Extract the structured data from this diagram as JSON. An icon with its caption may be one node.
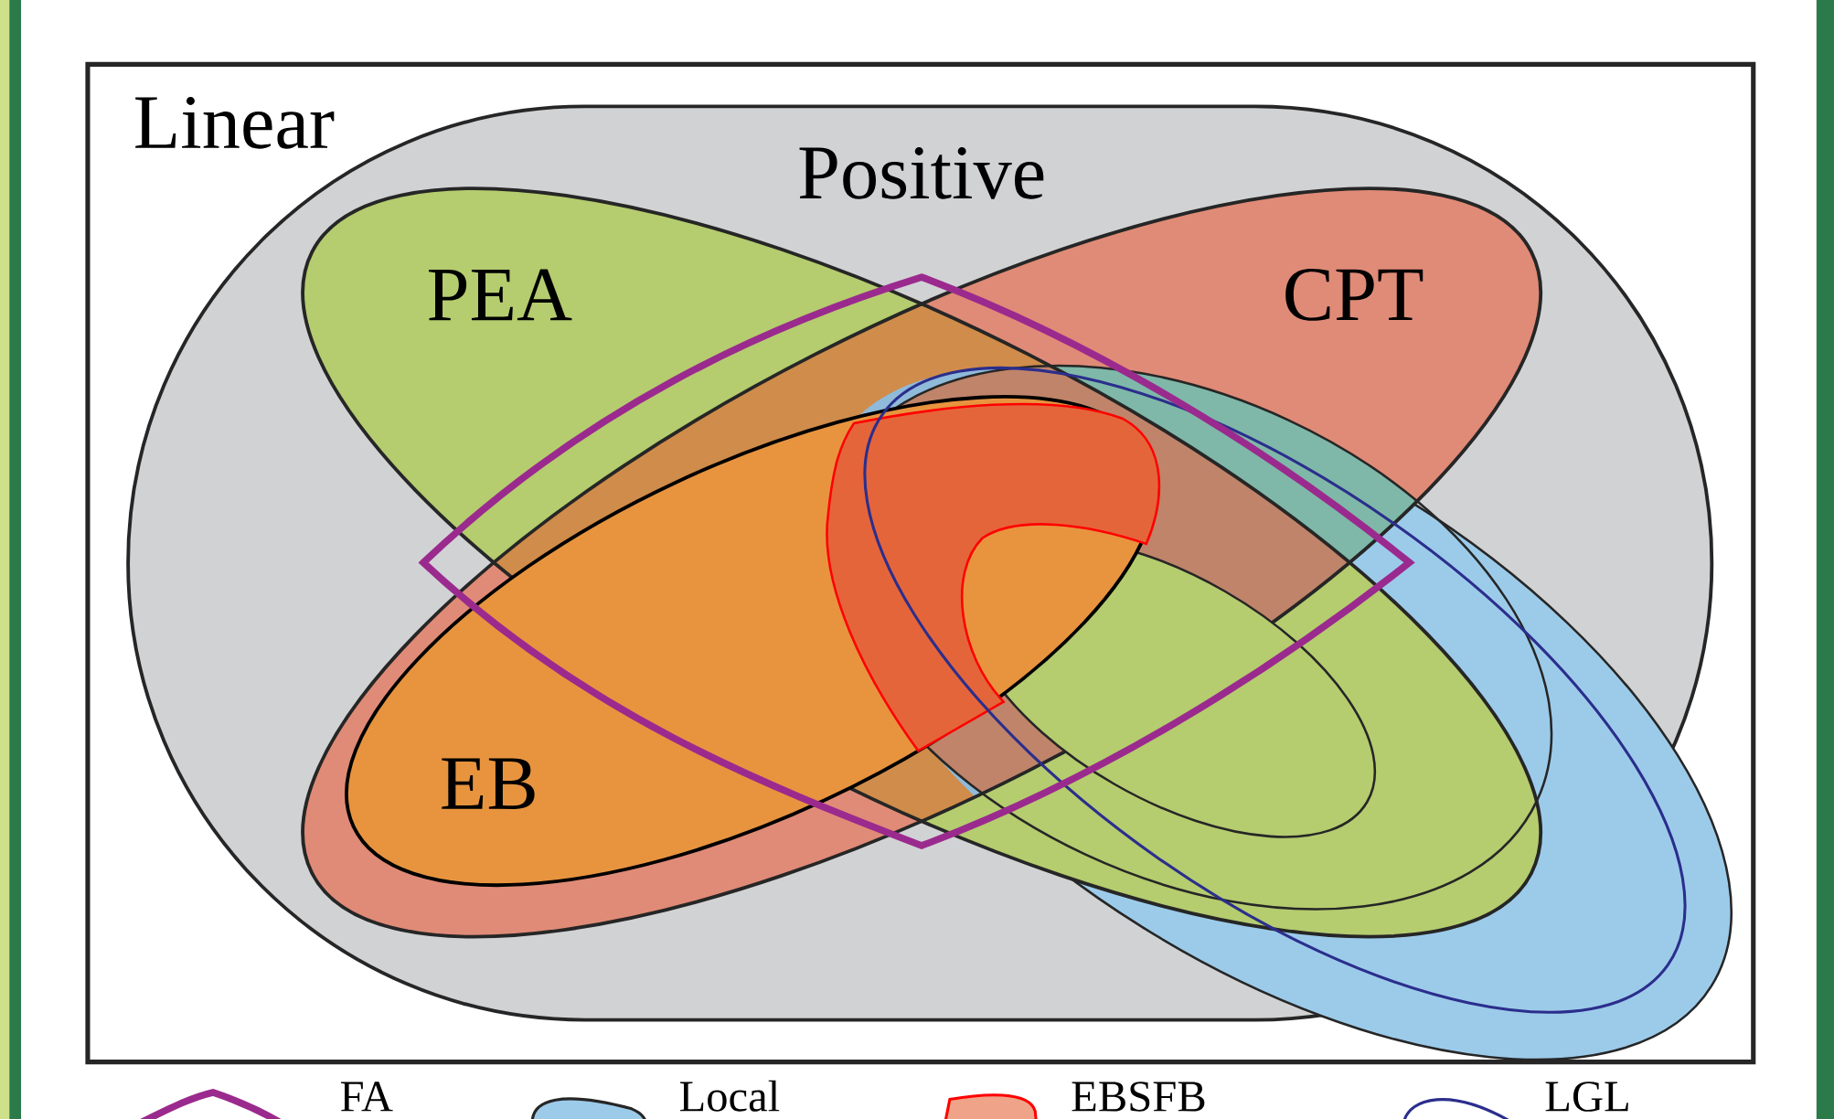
{
  "diagram": {
    "nodes": [
      {
        "text": [
          "Linear"
        ]
      },
      {
        "text": [
          "Positive"
        ],
        "in": 0
      },
      {
        "text": [
          "PEA"
        ],
        "in": 1
      },
      {
        "text": [
          "CPT"
        ],
        "in": 1
      },
      {
        "text": [
          "EB"
        ],
        "in": 1
      }
    ],
    "legend": [
      {
        "text": "FA"
      },
      {
        "text": "Local"
      },
      {
        "text": "EBSFB"
      },
      {
        "text": "LGL"
      }
    ]
  }
}
